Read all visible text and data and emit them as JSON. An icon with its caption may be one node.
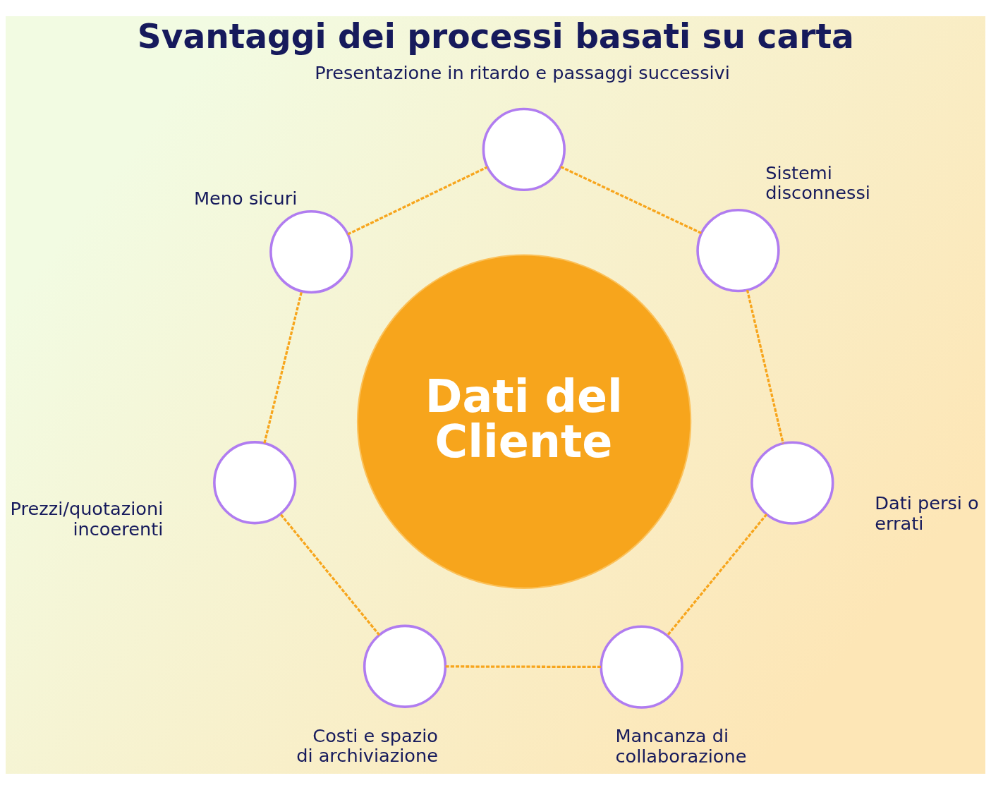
{
  "diagram": {
    "title": "Svantaggi dei processi basati su carta",
    "nodes": [
      {
        "text": [
          "Dati del Cliente"
        ]
      },
      {
        "text": [],
        "shape": "circle",
        "beside": [
          "Presentazione in ritardo e passaggi successivi"
        ]
      },
      {
        "text": [],
        "shape": "circle",
        "beside": [
          "Sistemi disconnessi"
        ]
      },
      {
        "text": [],
        "shape": "circle",
        "beside": [
          "Dati persi o errati"
        ]
      },
      {
        "text": [],
        "shape": "circle",
        "beside": [
          "Mancanza di collaborazione"
        ]
      },
      {
        "text": [],
        "shape": "circle",
        "beside": [
          "Costi e spazio di archiviazione"
        ]
      },
      {
        "text": [],
        "shape": "circle",
        "beside": [
          "Prezzi/quotazioni incoerenti"
        ]
      },
      {
        "text": [],
        "shape": "circle",
        "beside": [
          "Meno sicuri"
        ]
      }
    ],
    "edges": [
      {
        "from": 1,
        "to": 2,
        "arrow": "none",
        "style": "dashed"
      },
      {
        "from": 2,
        "to": 3,
        "arrow": "none",
        "style": "dashed"
      },
      {
        "from": 3,
        "to": 4,
        "arrow": "none",
        "style": "dashed"
      },
      {
        "from": 4,
        "to": 5,
        "arrow": "none",
        "style": "dashed"
      },
      {
        "from": 5,
        "to": 6,
        "arrow": "none",
        "style": "dashed"
      },
      {
        "from": 6,
        "to": 7,
        "arrow": "none",
        "style": "dashed"
      },
      {
        "from": 7,
        "to": 1,
        "arrow": "none",
        "style": "dashed"
      }
    ]
  }
}
